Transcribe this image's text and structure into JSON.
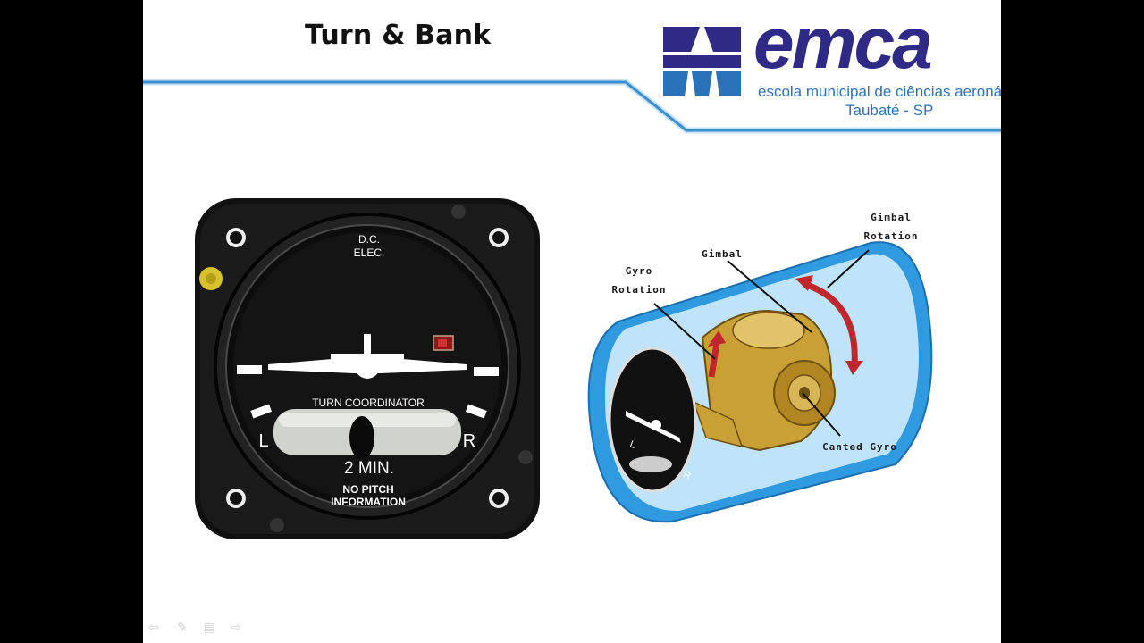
{
  "slide": {
    "title": "Turn & Bank",
    "logo": {
      "name": "emca",
      "subtitle": "escola municipal de ciências aeronáuticas",
      "location": "Taubaté - SP"
    }
  },
  "instrument": {
    "top_label_1": "D.C.",
    "top_label_2": "ELEC.",
    "name": "TURN COORDINATOR",
    "left": "L",
    "right": "R",
    "rate": "2 MIN.",
    "note_1": "NO PITCH",
    "note_2": "INFORMATION"
  },
  "diagram": {
    "gimbal_rotation_1": "Gimbal",
    "gimbal_rotation_2": "Rotation",
    "gimbal": "Gimbal",
    "gyro_rotation_1": "Gyro",
    "gyro_rotation_2": "Rotation",
    "canted_gyro": "Canted Gyro",
    "mini_left": "L",
    "mini_right": "R"
  },
  "colors": {
    "logo_navy": "#2e2a86",
    "logo_blue": "#2a73b8",
    "header_line": "#3a8fd0",
    "arrow_red": "#c0272d",
    "gimbal_gold": "#c9a035",
    "case_blue": "#2f9ae0"
  },
  "nav_icons": [
    "prev-arrow-icon",
    "pen-icon",
    "menu-icon",
    "next-arrow-icon"
  ]
}
